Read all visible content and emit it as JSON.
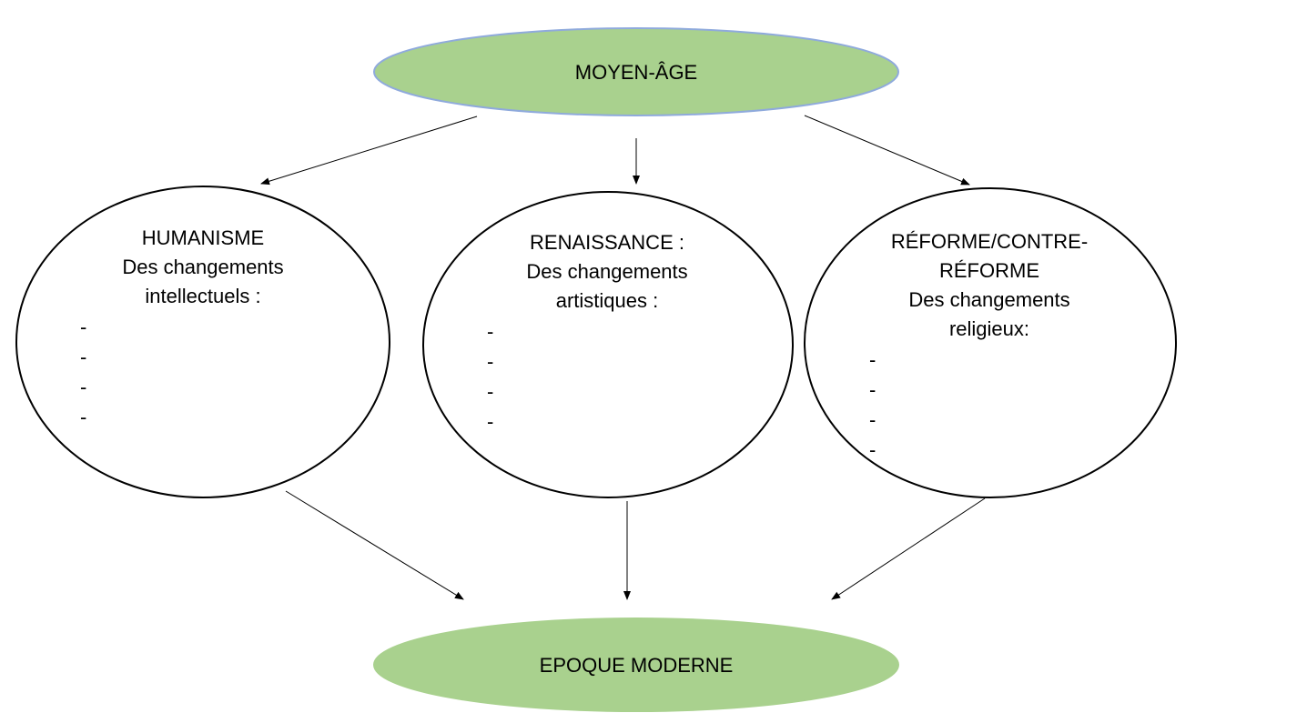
{
  "top_node": {
    "label": "MOYEN-ÂGE"
  },
  "bottom_node": {
    "label": "EPOQUE MODERNE"
  },
  "circles": [
    {
      "lines": [
        "HUMANISME",
        "Des changements",
        "intellectuels :"
      ],
      "bullets": [
        "-",
        "-",
        "-",
        "-"
      ]
    },
    {
      "lines": [
        "RENAISSANCE :",
        "Des changements",
        "artistiques :"
      ],
      "bullets": [
        "-",
        "-",
        "-",
        "-"
      ]
    },
    {
      "lines": [
        "RÉFORME/CONTRE-",
        "RÉFORME",
        "Des changements",
        "religieux:"
      ],
      "bullets": [
        "-",
        "-",
        "-",
        "-"
      ]
    }
  ],
  "colors": {
    "oval_fill": "#a9d18e",
    "oval_stroke": "#8faadc",
    "circle_stroke": "#000000",
    "arrow": "#000000"
  }
}
